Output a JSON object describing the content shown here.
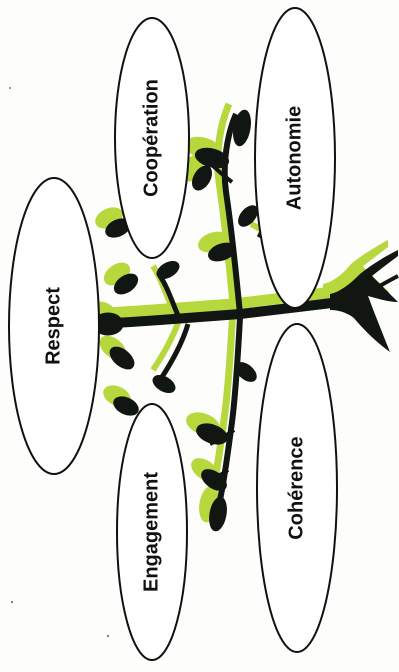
{
  "diagram": {
    "values": [
      {
        "id": "respect",
        "label": "Respect"
      },
      {
        "id": "cooperation",
        "label": "Coopération"
      },
      {
        "id": "autonomie",
        "label": "Autonomie"
      },
      {
        "id": "engagement",
        "label": "Engagement"
      },
      {
        "id": "coherence",
        "label": "Cohérence"
      }
    ],
    "colors": {
      "foliage_highlight": "#b6d83c",
      "foliage_dark": "#121612",
      "bubble_fill": "#ffffff",
      "bubble_stroke": "#111111",
      "text": "#111111"
    }
  }
}
